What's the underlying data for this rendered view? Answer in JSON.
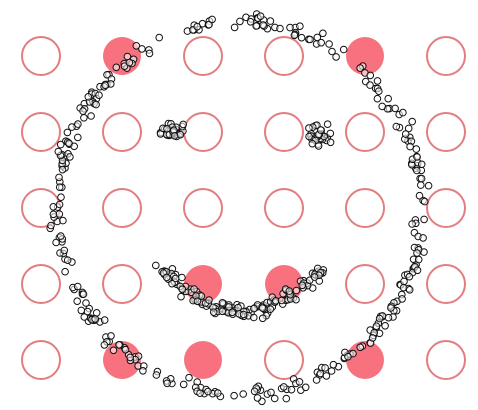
{
  "board": {
    "rows": 5,
    "cols": 6,
    "colors": {
      "cell_stroke": "#e27d80",
      "cell_fill_empty": "#ffffff",
      "cell_fill_active": "#f7727e",
      "particle_stroke": "#111111",
      "particle_fill": "#ffffff"
    },
    "active_cells": [
      [
        0,
        1
      ],
      [
        0,
        4
      ],
      [
        3,
        2
      ],
      [
        3,
        3
      ],
      [
        4,
        1
      ],
      [
        4,
        2
      ],
      [
        4,
        4
      ]
    ]
  },
  "particles": {
    "figure": "smiley-face",
    "density": "dense"
  }
}
